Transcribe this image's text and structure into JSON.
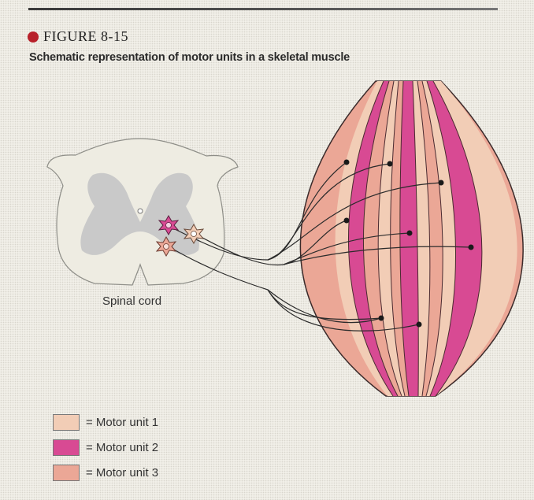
{
  "figure": {
    "label": "FIGURE 8-15",
    "caption": "Schematic representation of motor units in a skeletal muscle"
  },
  "spinal_cord": {
    "label": "Spinal cord"
  },
  "legend": [
    {
      "text": "= Motor unit 1",
      "color": "#f2cdb6"
    },
    {
      "text": "= Motor unit 2",
      "color": "#d84a93"
    },
    {
      "text": "= Motor unit 3",
      "color": "#eba796"
    }
  ],
  "colors": {
    "bullet": "#b8202a",
    "unit1": "#f2cdb6",
    "unit2": "#d84a93",
    "unit3": "#eba796",
    "cord_white": "#eeece2",
    "cord_gray": "#c9c9c9"
  }
}
